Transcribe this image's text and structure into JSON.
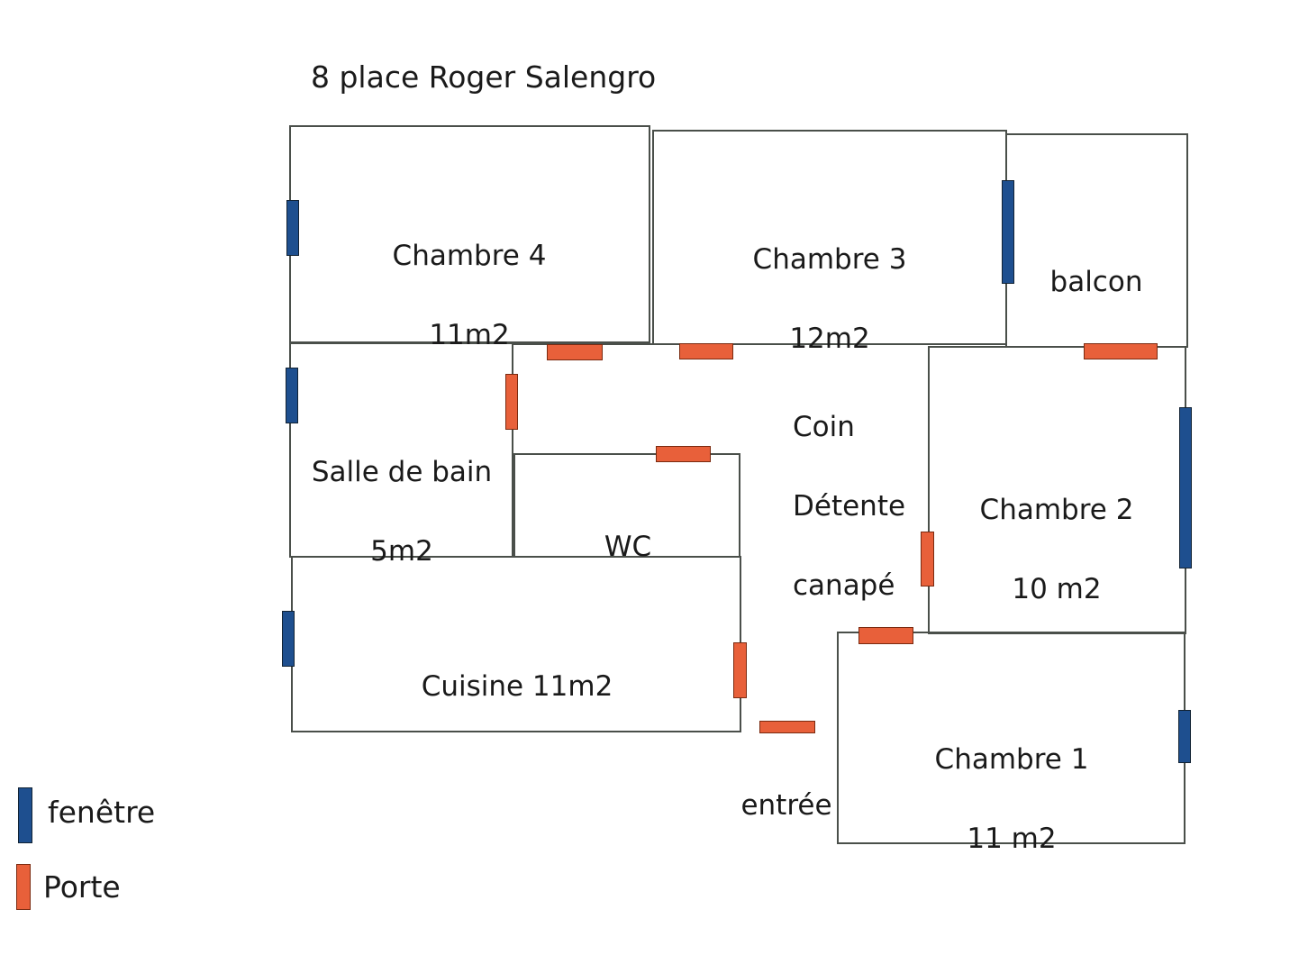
{
  "plan": {
    "title": "8 place Roger Salengro",
    "colors": {
      "wall": "#4a4f4a",
      "window": "#1e4f8f",
      "door": "#e8603a"
    },
    "rooms": {
      "chambre4": {
        "name": "Chambre 4",
        "area": "11m2"
      },
      "chambre3": {
        "name": "Chambre 3",
        "area": "12m2"
      },
      "balcon": {
        "name": "balcon"
      },
      "salle_de_bain": {
        "name": "Salle de bain",
        "area": "5m2"
      },
      "wc": {
        "name": "WC"
      },
      "coin": {
        "line1": "Coin",
        "line2": "Détente",
        "line3": "canapé"
      },
      "chambre2": {
        "name": "Chambre 2",
        "area": "10 m2"
      },
      "cuisine": {
        "name": "Cuisine 11m2"
      },
      "chambre1": {
        "name": "Chambre 1",
        "area": "11 m2"
      },
      "entree": {
        "name": "entrée"
      }
    }
  },
  "legend": {
    "window": "fenêtre",
    "door": "Porte"
  }
}
